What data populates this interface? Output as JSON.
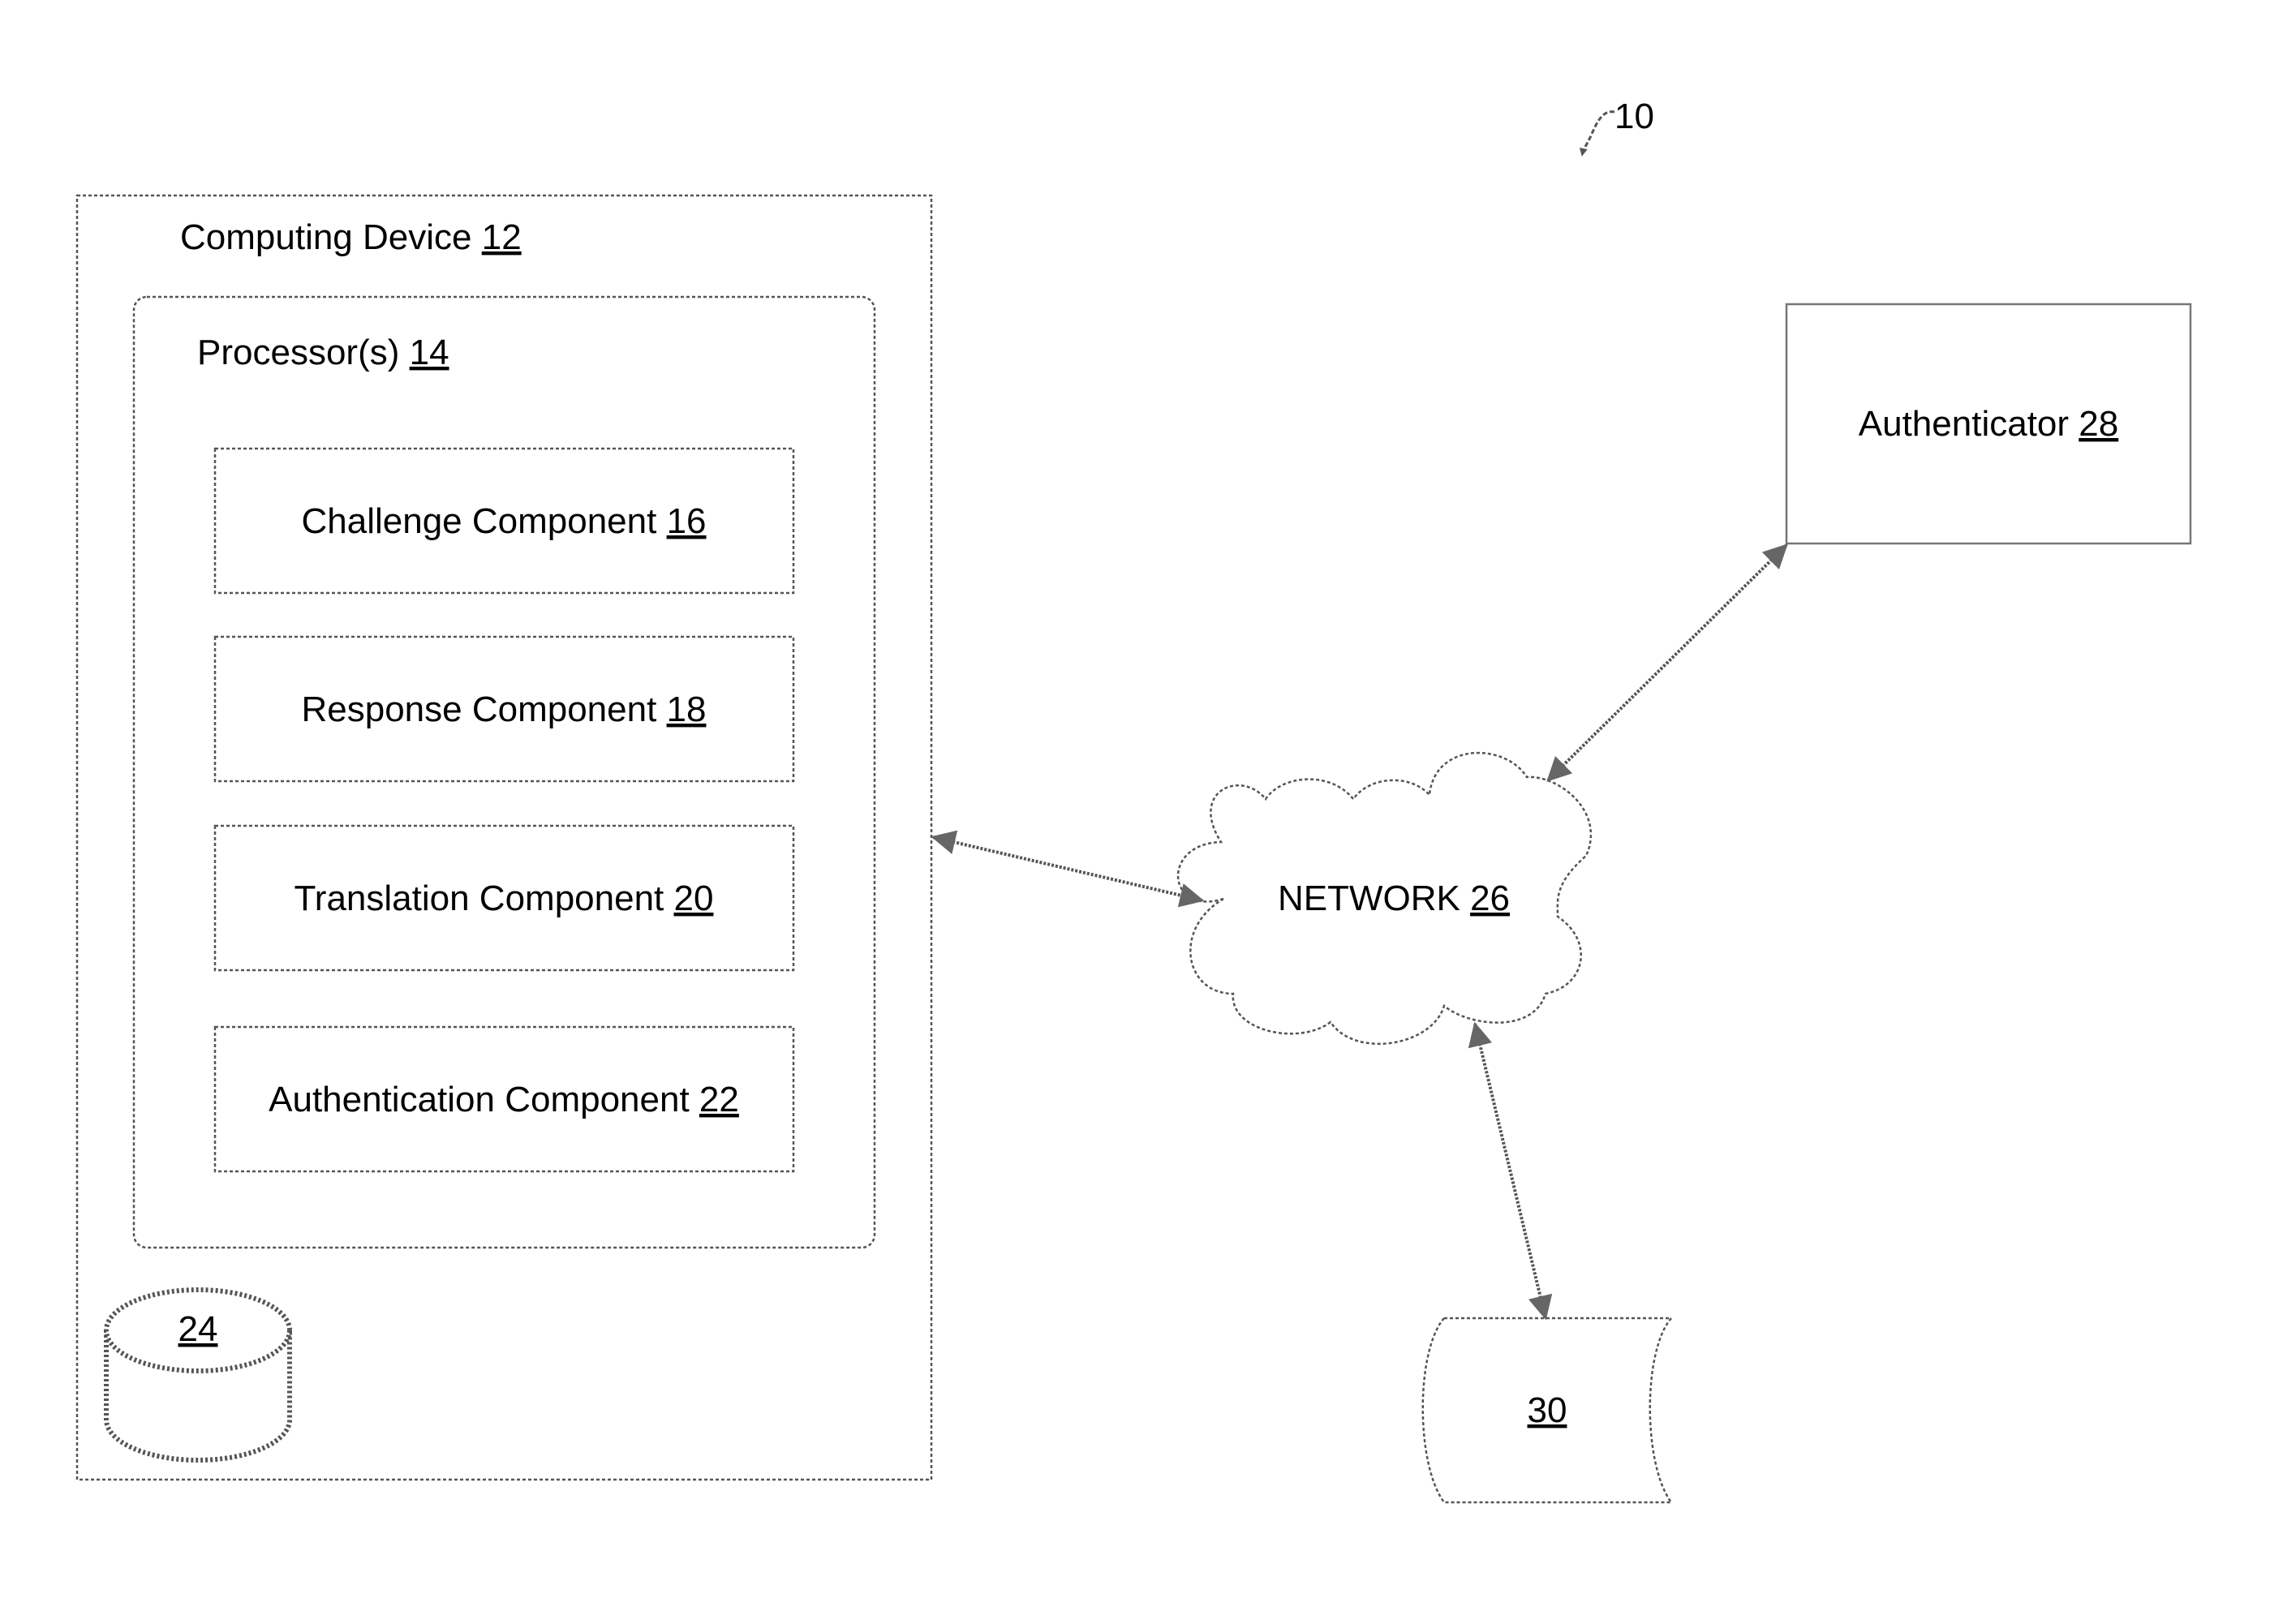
{
  "figure_ref": "10",
  "computing_device": {
    "label": "Computing Device ",
    "ref": "12"
  },
  "processors": {
    "label": "Processor(s) ",
    "ref": "14"
  },
  "components": [
    {
      "label": "Challenge Component ",
      "ref": "16"
    },
    {
      "label": "Response Component ",
      "ref": "18"
    },
    {
      "label": "Translation Component ",
      "ref": "20"
    },
    {
      "label": "Authentication Component ",
      "ref": "22"
    }
  ],
  "storage": {
    "ref": "24"
  },
  "network": {
    "label": "NETWORK ",
    "ref": "26"
  },
  "authenticator": {
    "label": "Authenticator ",
    "ref": "28"
  },
  "document": {
    "ref": "30"
  },
  "colors": {
    "stroke": "#555555",
    "text": "#000000"
  }
}
